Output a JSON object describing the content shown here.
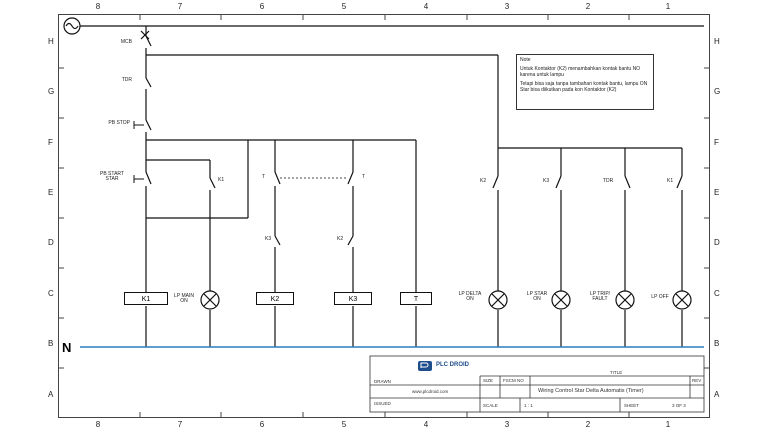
{
  "border": {
    "columns": [
      "8",
      "7",
      "6",
      "5",
      "4",
      "3",
      "2",
      "1"
    ],
    "rows": [
      "H",
      "G",
      "F",
      "E",
      "D",
      "C",
      "B",
      "A"
    ]
  },
  "supply": {
    "neutral_label": "N"
  },
  "devices": {
    "mcb": "MCB",
    "tdr": "TDR",
    "pb_stop": "PB STOP",
    "pb_start": "PB START\nSTAR",
    "k1_contact": "K1",
    "t_contact_1": "T",
    "t_contact_2": "T",
    "k3_contact": "K3",
    "k2_contact": "K2",
    "k2_lamp_contact": "K2",
    "k3_lamp_contact": "K3",
    "tdr_lamp_contact": "TDR",
    "k1_lamp_contact": "K1"
  },
  "coils": [
    "K1",
    "K2",
    "K3",
    "T"
  ],
  "lamps": [
    {
      "label": "LP MAIN\nON"
    },
    {
      "label": "LP DELTA\nON"
    },
    {
      "label": "LP STAR\nON"
    },
    {
      "label": "LP TRIP/\nFAULT"
    },
    {
      "label": "LP OFF"
    }
  ],
  "note": {
    "title": "Note",
    "line1": "Untuk Kontaktor (K2) menambahkan kontak bantu NO karena untuk lampu",
    "line2": "Tetapi bisa saja tanpa tambahan kontak bantu, lampu ON Star bisa diikutkan pada kon Kontaktor (K2)"
  },
  "title_block": {
    "brand": "PLC DROID",
    "website": "www.plcdroid.com",
    "drawn_label": "DRAWN",
    "issued_label": "ISSUED",
    "size_label": "SIZE",
    "fscm_label": "FSCM NO",
    "title_label": "TITLE",
    "rev_label": "REV",
    "title": "Wiring Control Star Delta Automatis (Timer)",
    "scale_label": "SCALE",
    "scale": "1 : 1",
    "sheet_label": "SHEET",
    "sheet": "3 OF 3"
  },
  "colors": {
    "wire": "#111111",
    "neutral_bus": "#2a7fc1",
    "brand": "#1f4e8c"
  }
}
